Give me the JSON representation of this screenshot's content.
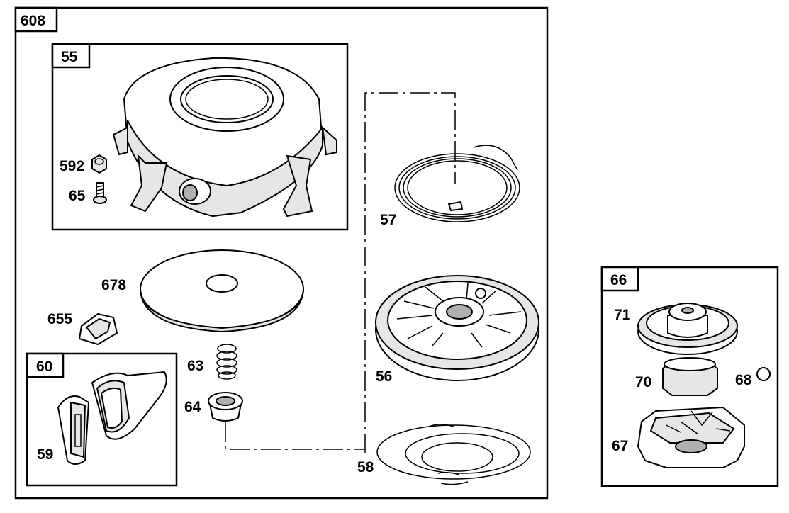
{
  "boxes": {
    "main": "608",
    "housing": "55",
    "handle": "60",
    "pulley_assembly": "66"
  },
  "callouts": {
    "c592": "592",
    "c65": "65",
    "c57": "57",
    "c678": "678",
    "c655": "655",
    "c63": "63",
    "c64": "64",
    "c56": "56",
    "c58": "58",
    "c59": "59",
    "c71": "71",
    "c70": "70",
    "c68": "68",
    "c67": "67"
  }
}
